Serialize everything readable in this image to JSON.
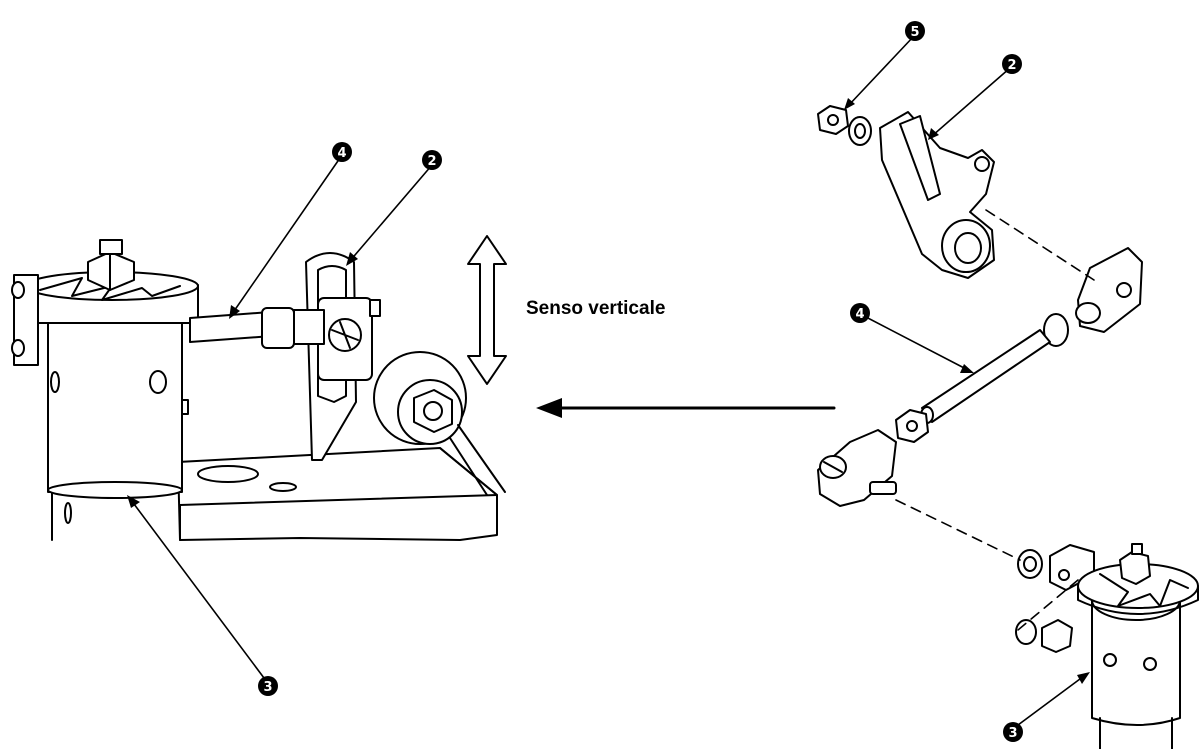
{
  "caption": {
    "text": "Senso verticale"
  },
  "callouts": {
    "c_left_4": "4",
    "c_left_2": "2",
    "c_left_3": "3",
    "c_right_5": "5",
    "c_right_2": "2",
    "c_right_4": "4",
    "c_right_3": "3"
  },
  "colors": {
    "line": "#000000",
    "paper": "#ffffff",
    "shade": "#e6e6e6"
  }
}
